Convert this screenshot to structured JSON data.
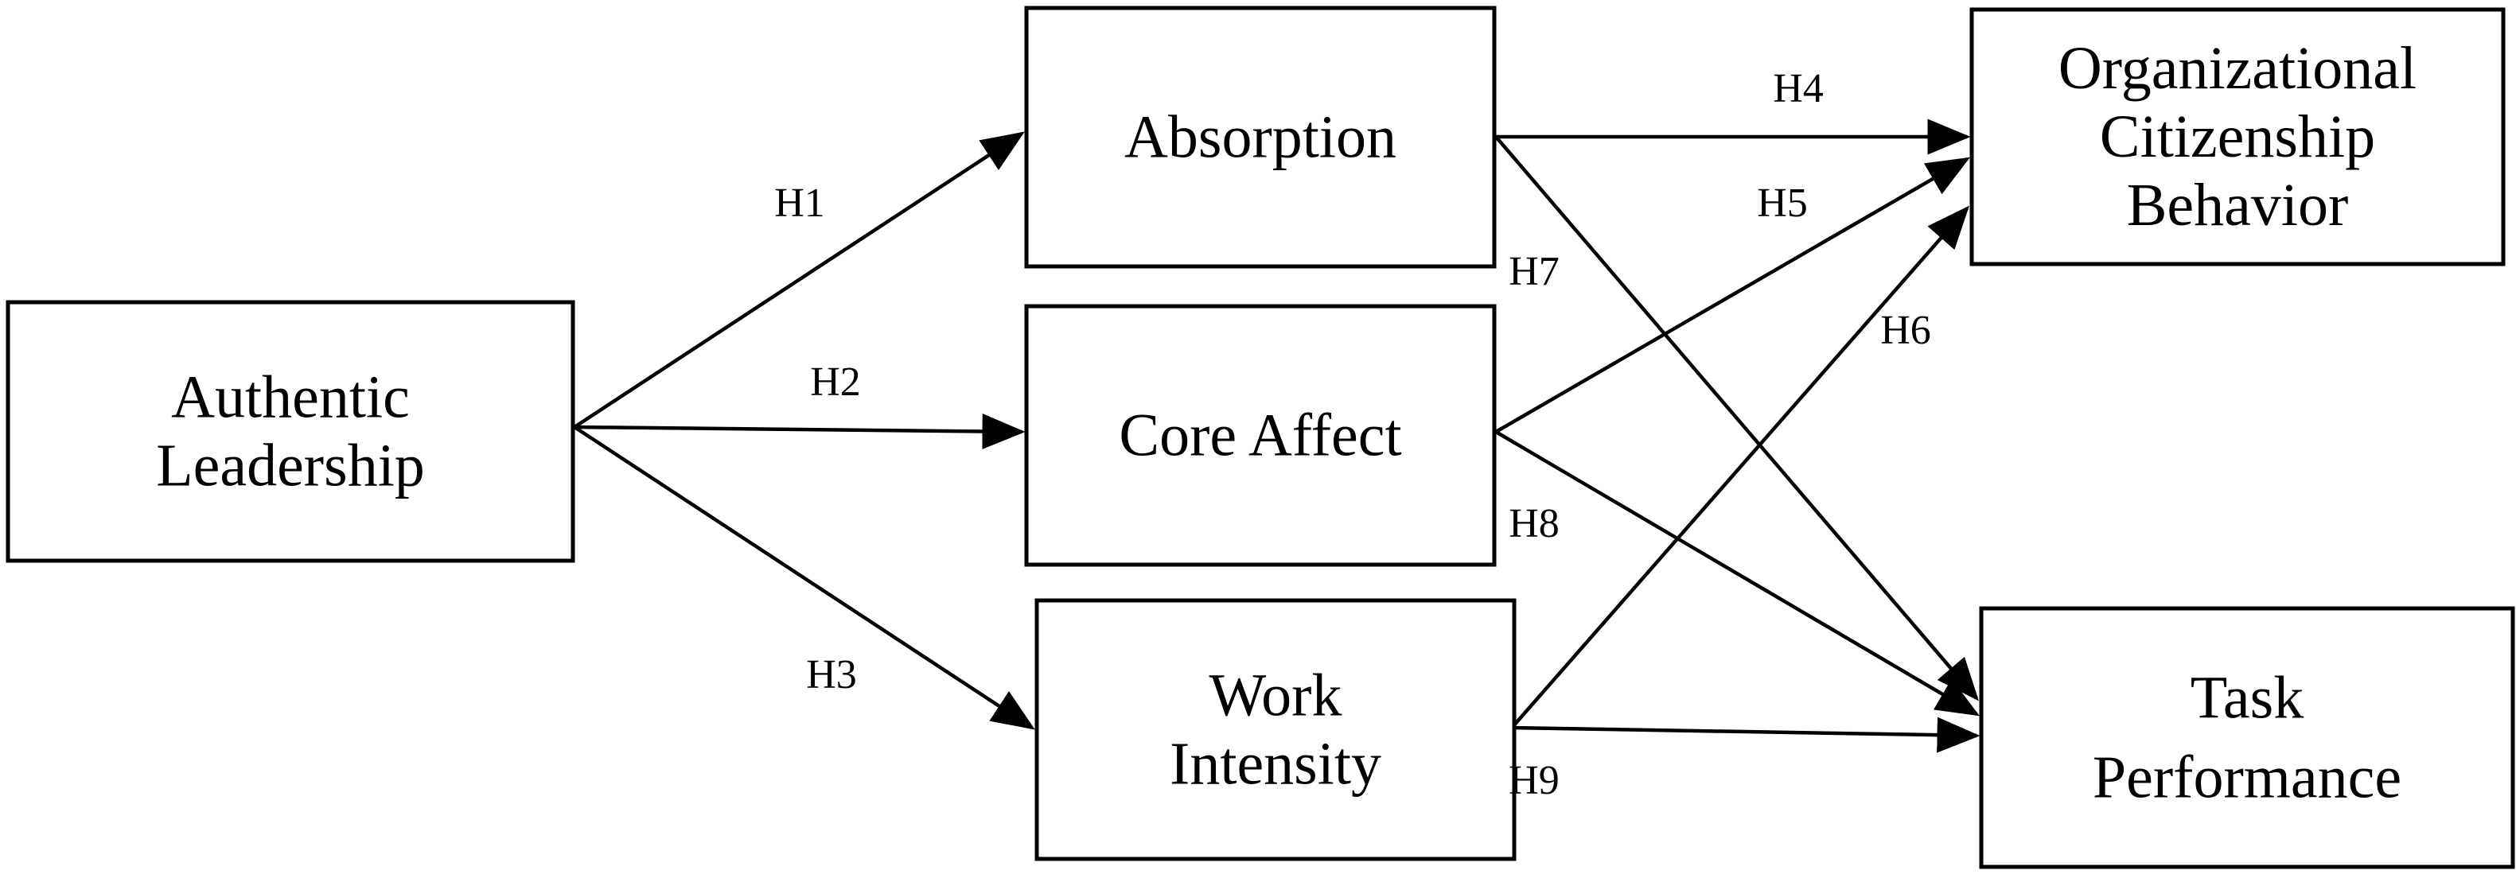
{
  "nodes": {
    "authentic_leadership": {
      "lines": [
        "Authentic",
        "Leadership"
      ]
    },
    "absorption": {
      "lines": [
        "Absorption"
      ]
    },
    "core_affect": {
      "lines": [
        "Core Affect"
      ]
    },
    "work_intensity": {
      "lines": [
        "Work",
        "Intensity"
      ]
    },
    "ocb": {
      "lines": [
        "Organizational",
        "Citizenship",
        "Behavior"
      ]
    },
    "task_performance": {
      "lines": [
        "Task",
        "Performance"
      ]
    }
  },
  "edges": [
    {
      "id": "h1",
      "label": "H1",
      "from": "authentic_leadership",
      "to": "absorption"
    },
    {
      "id": "h2",
      "label": "H2",
      "from": "authentic_leadership",
      "to": "core_affect"
    },
    {
      "id": "h3",
      "label": "H3",
      "from": "authentic_leadership",
      "to": "work_intensity"
    },
    {
      "id": "h4",
      "label": "H4",
      "from": "absorption",
      "to": "ocb"
    },
    {
      "id": "h5",
      "label": "H5",
      "from": "core_affect",
      "to": "ocb"
    },
    {
      "id": "h6",
      "label": "H6",
      "from": "work_intensity",
      "to": "ocb"
    },
    {
      "id": "h7",
      "label": "H7",
      "from": "absorption",
      "to": "task_performance"
    },
    {
      "id": "h8",
      "label": "H8",
      "from": "core_affect",
      "to": "task_performance"
    },
    {
      "id": "h9",
      "label": "H9",
      "from": "work_intensity",
      "to": "task_performance"
    }
  ],
  "colors": {
    "stroke": "#000000",
    "background": "#ffffff"
  }
}
